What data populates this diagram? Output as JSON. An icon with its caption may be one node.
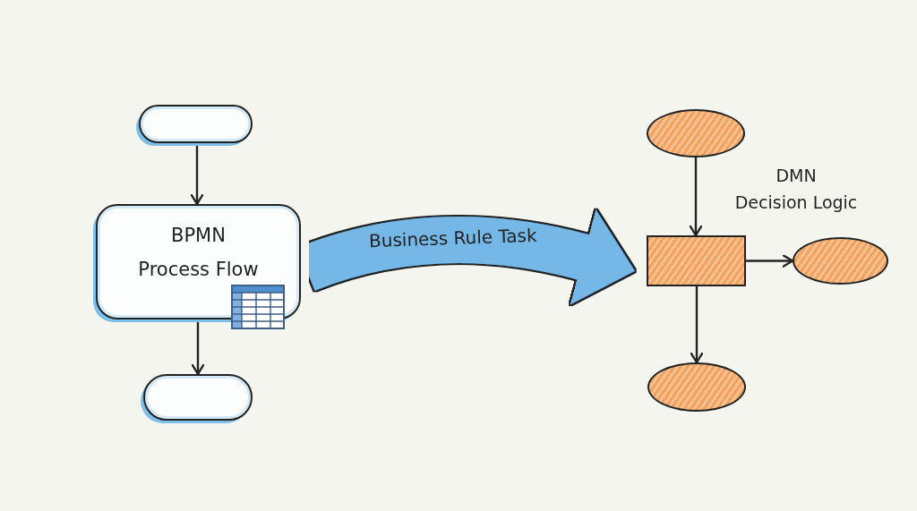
{
  "diagram": {
    "nodes": [
      {
        "text": [],
        "shape": "pill"
      },
      {
        "text": [
          "BPMN Process Flow"
        ]
      },
      {
        "text": [],
        "shape": "pill"
      },
      {
        "text": [],
        "shape": "ellipse"
      },
      {
        "text": [],
        "shape": "box"
      },
      {
        "text": [],
        "shape": "ellipse"
      },
      {
        "text": [],
        "shape": "ellipse"
      }
    ],
    "edges": [
      {
        "from": 0,
        "to": 1,
        "arrow": "to"
      },
      {
        "from": 1,
        "to": 2,
        "arrow": "to"
      },
      {
        "from": 1,
        "to": 4,
        "arrow": "to",
        "label": "Business Rule Task",
        "style": "thick",
        "color": "#74b8e8"
      },
      {
        "from": 3,
        "to": 4,
        "arrow": "to"
      },
      {
        "from": 4,
        "to": 5,
        "arrow": "to"
      },
      {
        "from": 4,
        "to": 6,
        "arrow": "to"
      }
    ],
    "labels": [
      "DMN Decision Logic"
    ]
  }
}
